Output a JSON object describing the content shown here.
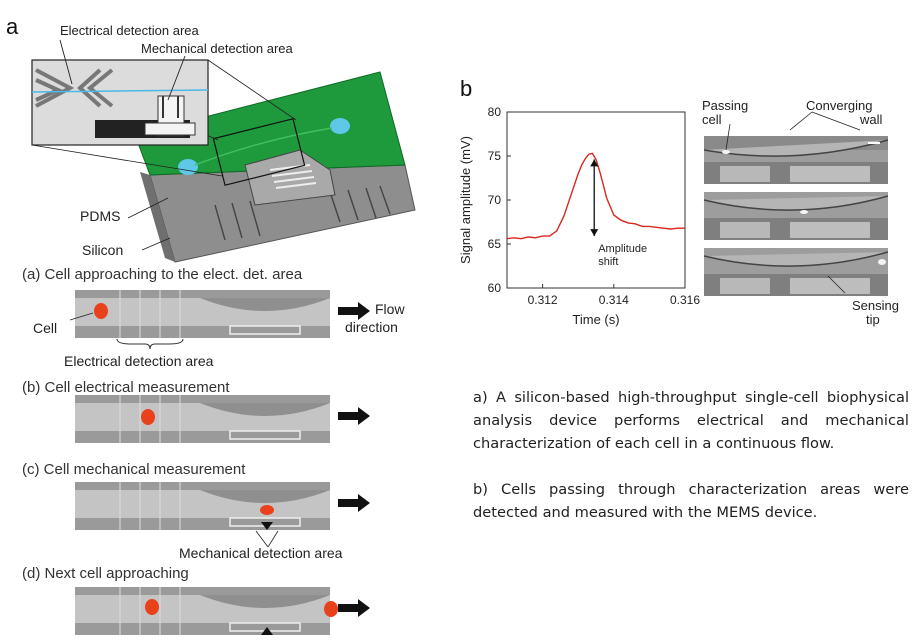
{
  "panel_a": {
    "letter": "a",
    "overview": {
      "electrical_area": "Electrical detection area",
      "mechanical_area": "Mechanical detection area",
      "pdms": "PDMS",
      "silicon": "Silicon"
    },
    "steps": [
      {
        "title": "(a) Cell approaching to the elect. det. area"
      },
      {
        "title": "(b) Cell electrical measurement"
      },
      {
        "title": "(c) Cell mechanical measurement"
      },
      {
        "title": "(d) Next cell approaching"
      }
    ],
    "step1_labels": {
      "cell": "Cell",
      "flow": "Flow",
      "direction": "direction",
      "electrical_area": "Electrical detection area"
    },
    "step3_label": "Mechanical detection area",
    "colors": {
      "pdms": "#1e9a3c",
      "silicon": "#8a8a8a",
      "cell": "#e8411c",
      "channel": "#bdbdbd"
    }
  },
  "panel_b": {
    "letter": "b",
    "chart_data": {
      "type": "line",
      "xlabel": "Time (s)",
      "ylabel": "Signal amplitude (mV)",
      "xlim": [
        0.311,
        0.316
      ],
      "ylim": [
        60,
        80
      ],
      "xticks": [
        "0.312",
        "0.314",
        "0.316"
      ],
      "yticks": [
        "60",
        "65",
        "70",
        "75",
        "80"
      ],
      "series": [
        {
          "color": "#d9281e",
          "x": [
            0.311,
            0.3112,
            0.3114,
            0.3116,
            0.3118,
            0.312,
            0.3122,
            0.3124,
            0.3126,
            0.3128,
            0.313,
            0.3131,
            0.3132,
            0.3133,
            0.3134,
            0.3135,
            0.3136,
            0.3137,
            0.3138,
            0.314,
            0.3142,
            0.3144,
            0.3146,
            0.3148,
            0.315,
            0.3152,
            0.3154,
            0.3156,
            0.3158,
            0.316
          ],
          "y": [
            65.6,
            65.7,
            65.6,
            65.8,
            65.7,
            65.9,
            65.9,
            66.5,
            68.2,
            70.6,
            73.0,
            74.0,
            74.7,
            75.2,
            75.3,
            74.6,
            73.3,
            71.8,
            70.2,
            68.3,
            67.7,
            67.4,
            67.3,
            67.0,
            67.0,
            66.9,
            66.8,
            66.7,
            66.8,
            66.8
          ]
        }
      ],
      "annotation": {
        "line1": "Amplitude",
        "line2": "shift",
        "from": 75.3,
        "to": 65.9
      }
    },
    "micro_labels": {
      "passing": "Passing",
      "cell": "cell",
      "converging": "Converging",
      "wall": "wall",
      "sensing": "Sensing",
      "tip": "tip"
    }
  },
  "caption": {
    "para_a": "a) A silicon-based high-throughput single-cell biophysical analysis device performs electrical and mechanical characterization of each cell in a continuous flow.",
    "para_b": "b) Cells passing through characterization areas were detected and measured with the MEMS device."
  }
}
